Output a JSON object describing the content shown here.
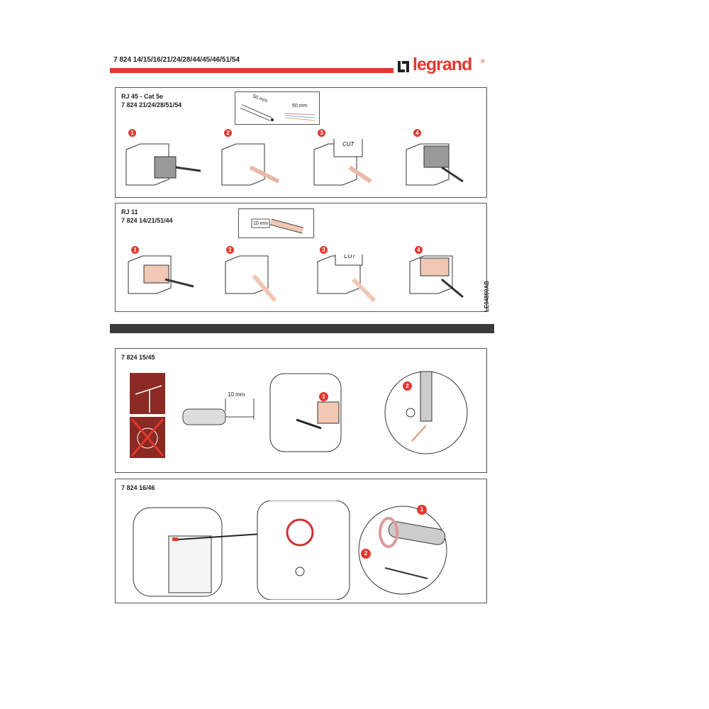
{
  "header": {
    "product_codes": "7 824 14/15/16/21/24/28/44/45/46/51/54",
    "logo_text": "legrand",
    "logo_mark": "®",
    "accent_color": "#e2382f"
  },
  "sections": {
    "rj45": {
      "title": "RJ 45 - Cat 5e",
      "codes": "7 824 21/24/28/51/54",
      "inset_dims": [
        "50 mm",
        "50 mm"
      ],
      "steps": [
        "1",
        "2",
        "3",
        "4"
      ],
      "cut_label": "CUT"
    },
    "rj11": {
      "title": "RJ 11",
      "codes": "7 824 14/21/51/44",
      "inset_dims": [
        "10 mm"
      ],
      "steps": [
        "1",
        "2",
        "3",
        "4"
      ],
      "cut_label": "CUT"
    },
    "tv": {
      "codes": "7 824 15/45",
      "strip_dim": "10 mm",
      "steps": [
        "1",
        "2"
      ]
    },
    "tv2": {
      "codes": "7 824 16/46",
      "steps": [
        "1",
        "2"
      ]
    }
  },
  "doc_ref": "LE04850AB"
}
